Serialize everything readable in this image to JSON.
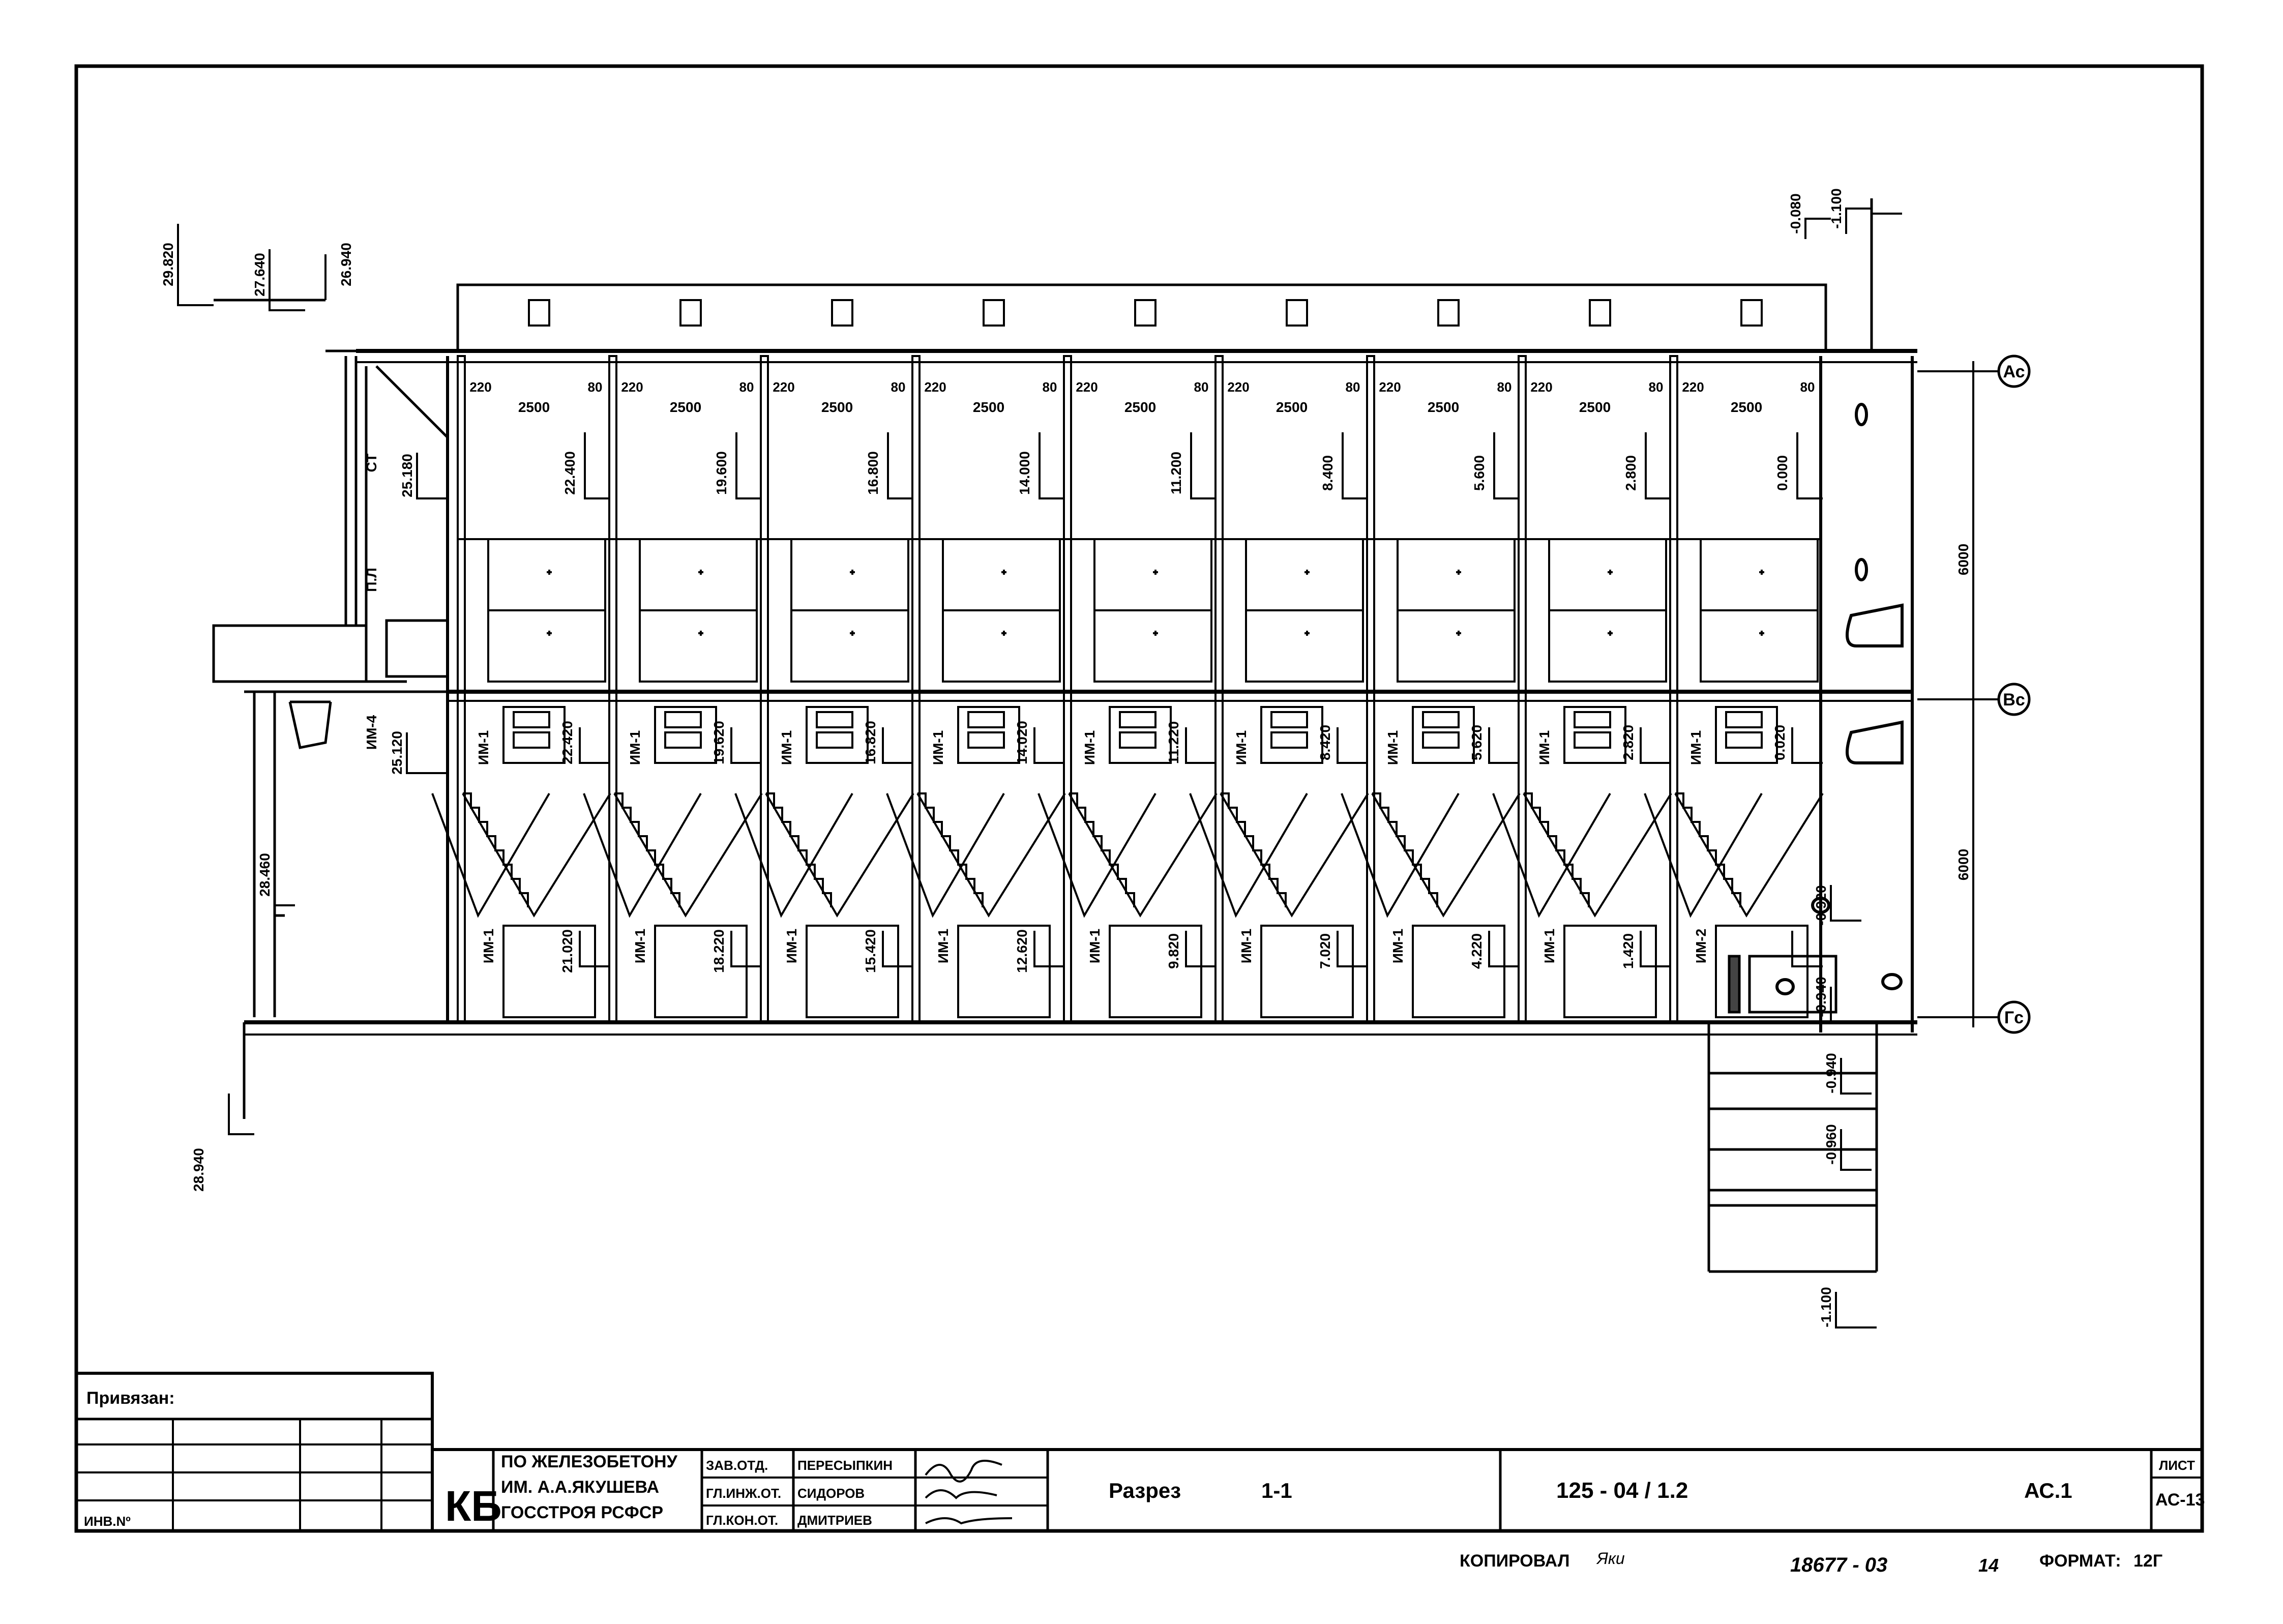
{
  "title_block": {
    "privyazan": "Привязан:",
    "inv_no": "ИНВ.Nº",
    "kb_logo": "КБ",
    "org": [
      "ПО ЖЕЛЕЗОБЕТОНУ",
      "ИМ. А.А.ЯКУШЕВА",
      "ГОССТРОЯ РСФСР"
    ],
    "roles": [
      "ЗАВ.ОТД.",
      "ГЛ.ИНЖ.ОТ.",
      "ГЛ.КОН.ОТ."
    ],
    "names": [
      "ПЕРЕСЫПКИН",
      "СИДОРОВ",
      "ДМИТРИЕВ"
    ],
    "sheet_title": "Разрез",
    "section_no": "1-1",
    "doc_code": "125 - 04 / 1.2",
    "stage": "АС.1",
    "list_label": "ЛИСТ",
    "list_value": "АС-13",
    "copied_label": "КОПИРОВАЛ",
    "copied_sig": "Яки",
    "order_no": "18677 - 03",
    "order_sheet": "14",
    "format_label": "ФОРМАТ:",
    "format_value": "12Г"
  },
  "axes": [
    "Ас",
    "Вс",
    "Гс"
  ],
  "dims": {
    "upper": "6000",
    "lower": "6000"
  },
  "left_marks": [
    "29.820",
    "27.640",
    "26.940",
    "25.180",
    "25.120",
    "28.460",
    "28.940"
  ],
  "left_notes": [
    "СТ",
    "П.Л",
    "ИМ-4"
  ],
  "right_marks": [
    "-0.080",
    "-1.100",
    "-0.920",
    "-0.940",
    "-0.940",
    "-0.960",
    "-1.100"
  ],
  "bays": [
    {
      "width": "2500",
      "m1": "220",
      "m2": "80",
      "upper": "22.400",
      "middle": "22.420",
      "lower": "21.020",
      "label_mid": "ИМ-1",
      "label_low": "ИМ-1"
    },
    {
      "width": "2500",
      "m1": "220",
      "m2": "80",
      "upper": "19.600",
      "middle": "19.620",
      "lower": "18.220",
      "label_mid": "ИМ-1",
      "label_low": "ИМ-1"
    },
    {
      "width": "2500",
      "m1": "220",
      "m2": "80",
      "upper": "16.800",
      "middle": "16.820",
      "lower": "15.420",
      "label_mid": "ИМ-1",
      "label_low": "ИМ-1"
    },
    {
      "width": "2500",
      "m1": "220",
      "m2": "80",
      "upper": "14.000",
      "middle": "14.020",
      "lower": "12.620",
      "label_mid": "ИМ-1",
      "label_low": "ИМ-1"
    },
    {
      "width": "2500",
      "m1": "220",
      "m2": "80",
      "upper": "11.200",
      "middle": "11.220",
      "lower": "9.820",
      "label_mid": "ИМ-1",
      "label_low": "ИМ-1"
    },
    {
      "width": "2500",
      "m1": "220",
      "m2": "80",
      "upper": "8.400",
      "middle": "8.420",
      "lower": "7.020",
      "label_mid": "ИМ-1",
      "label_low": "ИМ-1"
    },
    {
      "width": "2500",
      "m1": "220",
      "m2": "80",
      "upper": "5.600",
      "middle": "5.620",
      "lower": "4.220",
      "label_mid": "ИМ-1",
      "label_low": "ИМ-1"
    },
    {
      "width": "2500",
      "m1": "220",
      "m2": "80",
      "upper": "2.800",
      "middle": "2.820",
      "lower": "1.420",
      "label_mid": "ИМ-1",
      "label_low": "ИМ-1"
    },
    {
      "width": "2500",
      "m1": "220",
      "m2": "80",
      "upper": "0.000",
      "middle": "0.020",
      "lower": "",
      "label_mid": "ИМ-1",
      "label_low": "ИМ-2"
    }
  ]
}
